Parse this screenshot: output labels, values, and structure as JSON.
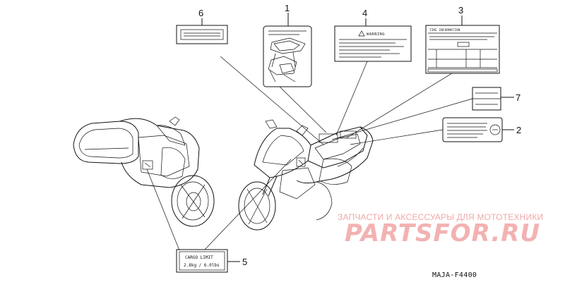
{
  "callouts": {
    "c1": "1",
    "c2": "2",
    "c3": "3",
    "c4": "4",
    "c5": "5",
    "c6": "6",
    "c7": "7"
  },
  "labels": {
    "warning": "WARNING",
    "tire_info": "TIRE INFORMATION",
    "cargo_limit": "CARGO LIMIT",
    "cargo_value": "2.8kg / 6.0lbs"
  },
  "watermark": {
    "top_text": "ЗАПЧАСТИ И АКСЕССУАРЫ ДЛЯ МОТОТЕХНИКИ",
    "logo_text": "PARTSFOR.RU"
  },
  "diagram_code": "MAJA-F4400",
  "colors": {
    "line": "#111111",
    "watermark": "#f0a8a8",
    "background": "#ffffff"
  }
}
